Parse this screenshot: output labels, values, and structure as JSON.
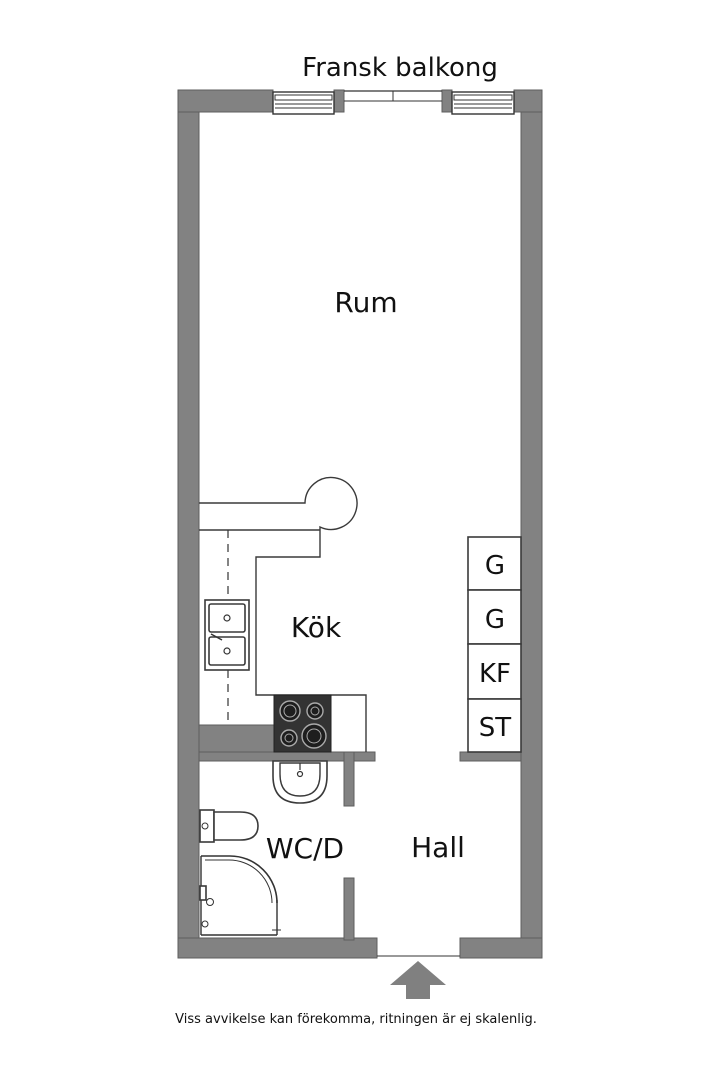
{
  "labels": {
    "balcony": "Fransk balkong",
    "room": "Rum",
    "kitchen": "Kök",
    "bathroom": "WC/D",
    "hall": "Hall"
  },
  "closets": [
    "G",
    "G",
    "KF",
    "ST"
  ],
  "disclaimer": "Viss avvikelse kan förekomma, ritningen är ej skalenlig.",
  "colors": {
    "wall": "#828282",
    "wall_edge": "#5e5e5e",
    "line": "#3a3a3a",
    "hob": "#333333",
    "arrow": "#808080"
  },
  "icons": {
    "entrance": "entrance-arrow-icon",
    "sink": "kitchen-sink-icon",
    "hob": "hob-icon",
    "washbasin": "washbasin-icon",
    "toilet": "toilet-icon",
    "shower": "shower-icon"
  }
}
